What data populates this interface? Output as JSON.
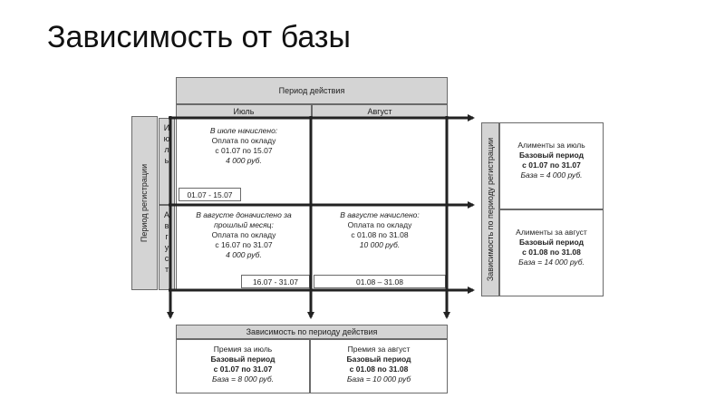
{
  "title": "Зависимость от базы",
  "header_period": "Период действия",
  "col_july": "Июль",
  "col_august": "Август",
  "period_registration": "Период регистрации",
  "row_july_letters": [
    "И",
    "ю",
    "л",
    "ь"
  ],
  "row_august_letters": [
    "А",
    "в",
    "г",
    "у",
    "с",
    "т"
  ],
  "cell_july_july": [
    "В июле начислено:",
    "Оплата по окладу",
    "с 01.07 по 15.07",
    "4 000 руб."
  ],
  "cell_aug_july": [
    "В августе доначислено за",
    "прошлый месяц:",
    "Оплата по окладу",
    "с 16.07 по 31.07",
    "4 000 руб."
  ],
  "cell_aug_aug": [
    "В августе начислено:",
    "Оплата по окладу",
    "с 01.08 по 31.08",
    "10 000 руб."
  ],
  "tag_0107_1507": "01.07 - 15.07",
  "tag_1607_3107": "16.07 - 31.07",
  "tag_0108_3108": "01.08 – 31.08",
  "dep_registration": "Зависимость по периоду регистрации",
  "alimony_july": [
    "Алименты за июль",
    "Базовый период",
    "с 01.07 по 31.07",
    "База = 4 000 руб."
  ],
  "alimony_august": [
    "Алименты за август",
    "Базовый период",
    "с 01.08 по 31.08",
    "База = 14 000 руб."
  ],
  "dep_action": "Зависимость по периоду действия",
  "bonus_july": [
    "Премия за июль",
    "Базовый период",
    "с 01.07 по 31.07",
    "База = 8 000 руб."
  ],
  "bonus_august": [
    "Премия за август",
    "Базовый период",
    "с 01.08 по 31.08",
    "База = 10 000 руб"
  ]
}
